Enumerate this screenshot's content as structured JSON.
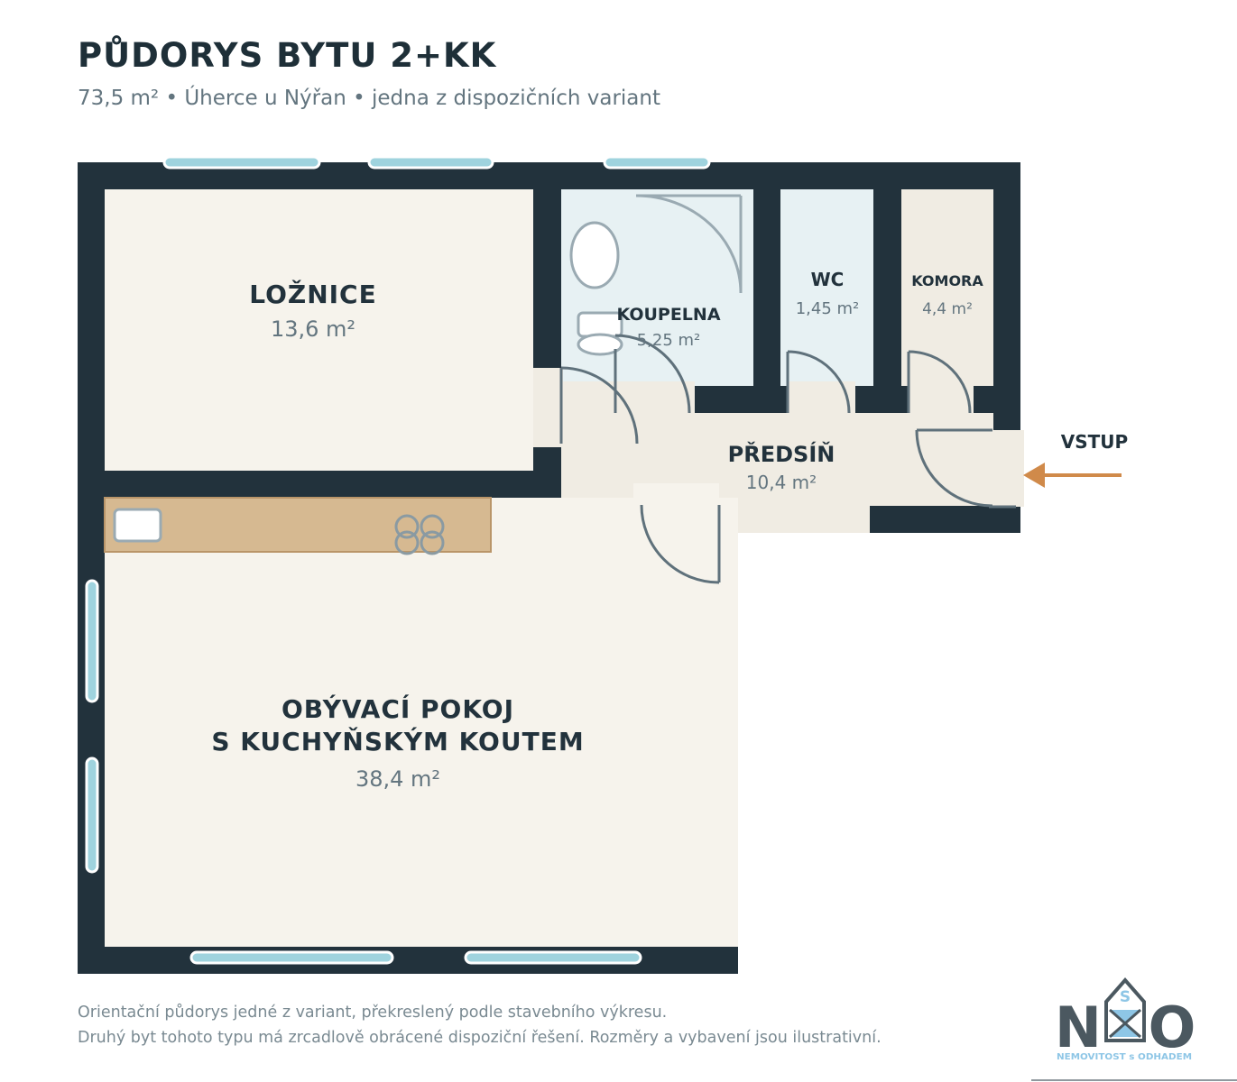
{
  "header": {
    "title": "PŮDORYS BYTU 2+KK",
    "subtitle": "73,5 m² • Úherce u Nýřan • jedna z dispozičních variant"
  },
  "rooms": {
    "loznice": {
      "name": "LOŽNICE",
      "area": "13,6 m²"
    },
    "koupelna": {
      "name": "KOUPELNA",
      "area": "5,25 m²"
    },
    "wc": {
      "name": "WC",
      "area": "1,45 m²"
    },
    "komora": {
      "name": "KOMORA",
      "area": "4,4 m²"
    },
    "predsin": {
      "name": "PŘEDSÍŇ",
      "area": "10,4 m²"
    },
    "obyvaci": {
      "name_line1": "OBÝVACÍ POKOJ",
      "name_line2": "S KUCHYŇSKÝM KOUTEM",
      "area": "38,4 m²"
    }
  },
  "entrance": {
    "label": "VSTUP"
  },
  "footer": {
    "line1": "Orientační půdorys jedné z variant, překreslený podle stavebního výkresu.",
    "line2": "Druhý byt tohoto typu má zrcadlově obrácené dispoziční řešení. Rozměry a vybavení jsou ilustrativní."
  },
  "logo": {
    "letters": "NSO",
    "tagline": "NEMOVITOST s ODHADEM"
  },
  "colors": {
    "wall": "#22323c",
    "room_floor": "#f6f3ec",
    "hall_floor": "#f0ece3",
    "bath_floor": "#e7f1f3",
    "window": "#9fd3de",
    "counter": "#d6b991",
    "door_line": "#5f717b",
    "arrow": "#d08a4a",
    "logo_blue": "#8ec6e6"
  }
}
